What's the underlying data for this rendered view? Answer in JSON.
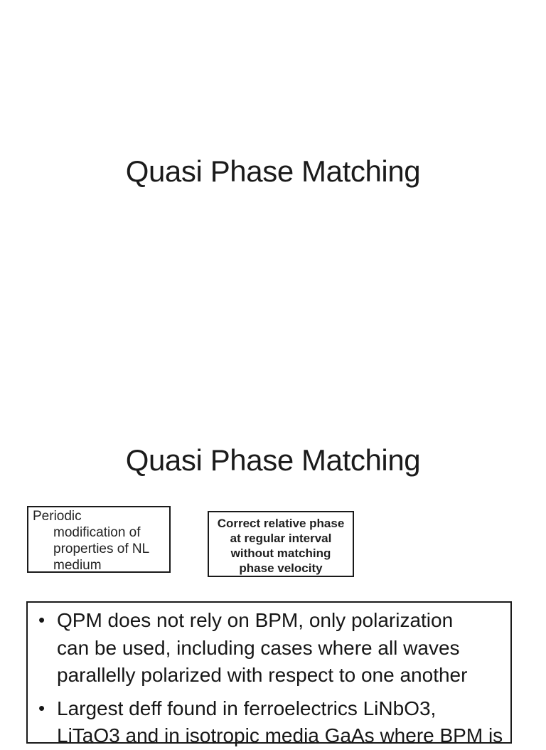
{
  "page": {
    "background": "#ffffff",
    "text_color": "#1a1a1a",
    "border_color": "#1a1a1a"
  },
  "slide1": {
    "title": "Quasi Phase Matching"
  },
  "slide2": {
    "title": "Quasi Phase Matching",
    "periodic_box": {
      "lines": [
        "Periodic",
        "modification of",
        "properties of NL",
        "medium"
      ]
    },
    "correct_phase_box": {
      "lines": [
        "Correct relative phase",
        "at regular interval",
        "without matching",
        "phase velocity"
      ]
    },
    "bullet_box": {
      "marker": "•",
      "items": [
        {
          "lines": [
            "QPM does not rely on BPM, only polarization",
            "can be used, including cases where all waves",
            "parallelly polarized with respect to one another"
          ]
        },
        {
          "lines": [
            "Largest deff found in ferroelectrics LiNbO3,",
            "LiTaO3 and in isotropic media GaAs where BPM is"
          ]
        }
      ]
    }
  }
}
